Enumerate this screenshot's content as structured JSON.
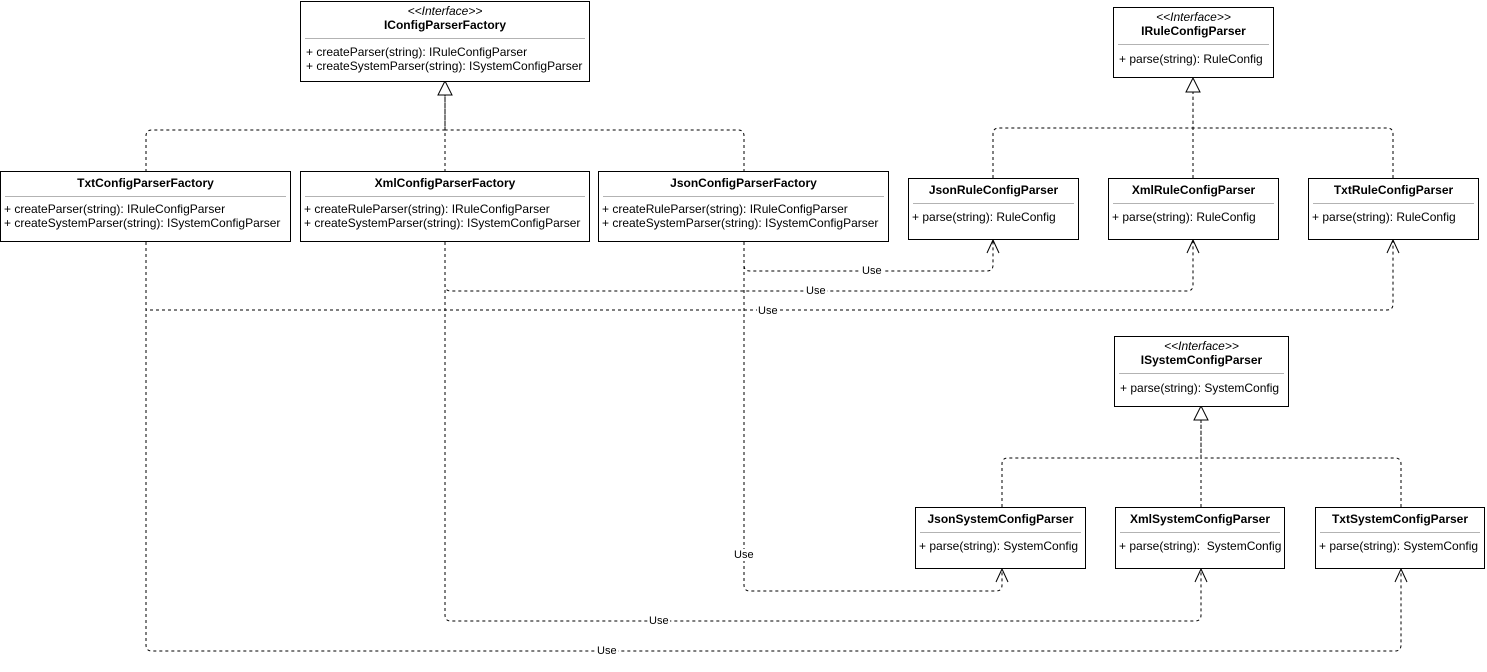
{
  "interfaces": {
    "config_factory": {
      "stereotype": "<<Interface>>",
      "name": "IConfigParserFactory",
      "methods": [
        "+ createParser(string): IRuleConfigParser",
        "+ createSystemParser(string): ISystemConfigParser"
      ]
    },
    "rule_parser": {
      "stereotype": "<<Interface>>",
      "name": "IRuleConfigParser",
      "methods": [
        "+ parse(string): RuleConfig"
      ]
    },
    "system_parser": {
      "stereotype": "<<Interface>>",
      "name": "ISystemConfigParser",
      "methods": [
        "+ parse(string): SystemConfig"
      ]
    }
  },
  "factories": {
    "txt": {
      "name": "TxtConfigParserFactory",
      "methods": [
        "+ createParser(string): IRuleConfigParser",
        "+ createSystemParser(string): ISystemConfigParser"
      ]
    },
    "xml": {
      "name": "XmlConfigParserFactory",
      "methods": [
        "+ createRuleParser(string): IRuleConfigParser",
        "+ createSystemParser(string): ISystemConfigParser"
      ]
    },
    "json": {
      "name": "JsonConfigParserFactory",
      "methods": [
        "+ createRuleParser(string): IRuleConfigParser",
        "+ createSystemParser(string): ISystemConfigParser"
      ]
    }
  },
  "rule_parsers": {
    "json": {
      "name": "JsonRuleConfigParser",
      "methods": [
        "+ parse(string): RuleConfig"
      ]
    },
    "xml": {
      "name": "XmlRuleConfigParser",
      "methods": [
        "+ parse(string): RuleConfig"
      ]
    },
    "txt": {
      "name": "TxtRuleConfigParser",
      "methods": [
        "+ parse(string): RuleConfig"
      ]
    }
  },
  "system_parsers": {
    "json": {
      "name": "JsonSystemConfigParser",
      "methods": [
        "+ parse(string): SystemConfig"
      ]
    },
    "xml": {
      "name": "XmlSystemConfigParser",
      "methods": [
        "+ parse(string):  SystemConfig"
      ]
    },
    "txt": {
      "name": "TxtSystemConfigParser",
      "methods": [
        "+ parse(string): SystemConfig"
      ]
    }
  },
  "relations": {
    "json_rule_use": "Use",
    "xml_rule_use": "Use",
    "txt_rule_use": "Use",
    "json_system_use": "Use",
    "xml_system_use": "Use",
    "txt_system_use": "Use"
  }
}
